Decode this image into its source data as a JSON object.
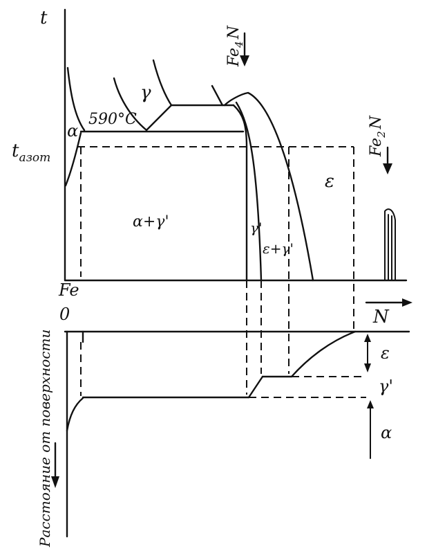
{
  "labels": {
    "t_axis": "t",
    "t_azot_main": "t",
    "t_azot_sub": "азот",
    "fe_main": "Fe",
    "fe4n_main": "Fe",
    "fe4n_sub": "4",
    "fe4n_n": "N",
    "fe2n_main": "Fe",
    "fe2n_sub": "2",
    "fe2n_n": "N",
    "temp_590": "590°C",
    "alpha_top": "α",
    "gamma_top": "γ",
    "alpha_gamma_region": "α+γ'",
    "gamma_prime_region": "γ'",
    "eps_gamma_region": "ε+γ'",
    "eps_region": "ε",
    "zero": "0",
    "n_axis": "N",
    "eps_layer": "ε",
    "gamma_prime_layer": "γ'",
    "alpha_layer": "α",
    "distance_axis": "Расстояние от поверхности"
  }
}
